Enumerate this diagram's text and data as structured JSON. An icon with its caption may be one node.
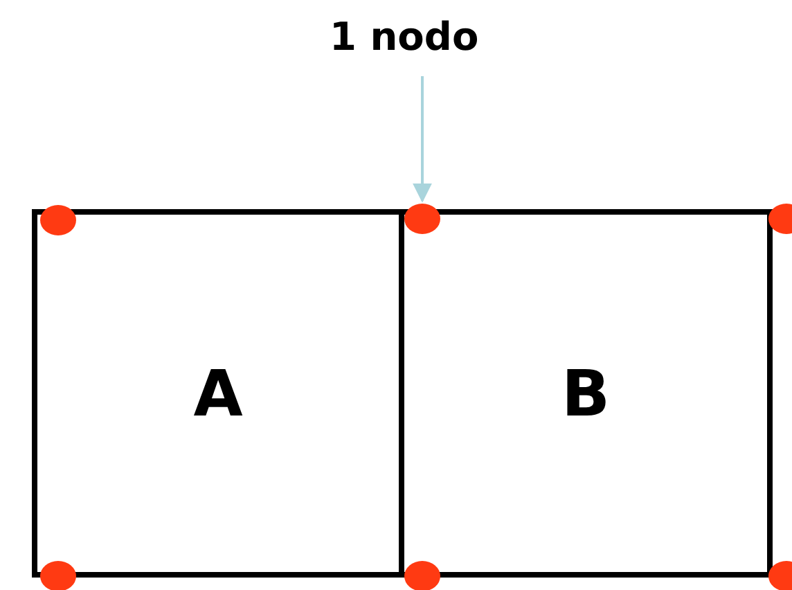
{
  "diagram": {
    "nodes": [
      {
        "text": [
          "1 nodo"
        ]
      },
      {
        "text": [],
        "shape": "circle"
      },
      {
        "text": [],
        "shape": "circle"
      },
      {
        "text": [],
        "shape": "circle"
      },
      {
        "text": [
          "A"
        ]
      },
      {
        "text": [
          "B"
        ]
      },
      {
        "text": [],
        "shape": "circle"
      },
      {
        "text": [],
        "shape": "circle"
      },
      {
        "text": [],
        "shape": "circle"
      }
    ],
    "edges": [
      {
        "from": 0,
        "to": 2,
        "arrow": "to",
        "color": "#a9d4dc"
      }
    ]
  }
}
